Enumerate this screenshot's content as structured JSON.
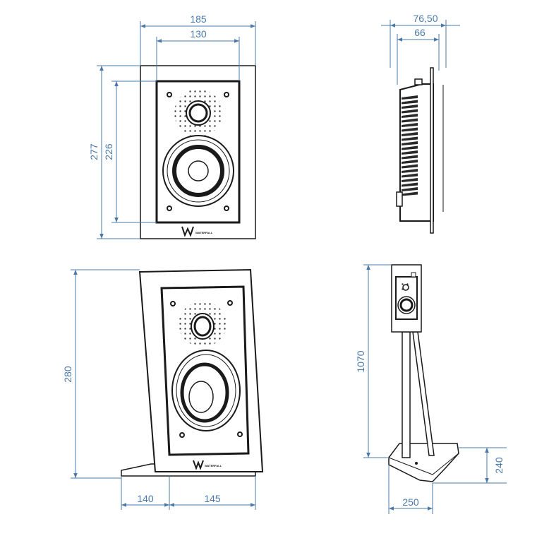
{
  "colors": {
    "dimension": "#4a78a8",
    "outline": "#1a1a1a",
    "panel": "#2a2a2a",
    "grille_dot": "#3a3a3a",
    "background": "#ffffff"
  },
  "brand_logo_text": "WATERFALL",
  "front_view": {
    "width_outer": "185",
    "width_inner": "130",
    "height_outer": "277",
    "height_inner": "226"
  },
  "side_view": {
    "depth_outer": "76,50",
    "depth_inner": "66"
  },
  "perspective_view": {
    "height": "280",
    "base_back": "140",
    "base_front": "145"
  },
  "stand_view": {
    "height": "1070",
    "base_height": "240",
    "base_width": "250"
  }
}
